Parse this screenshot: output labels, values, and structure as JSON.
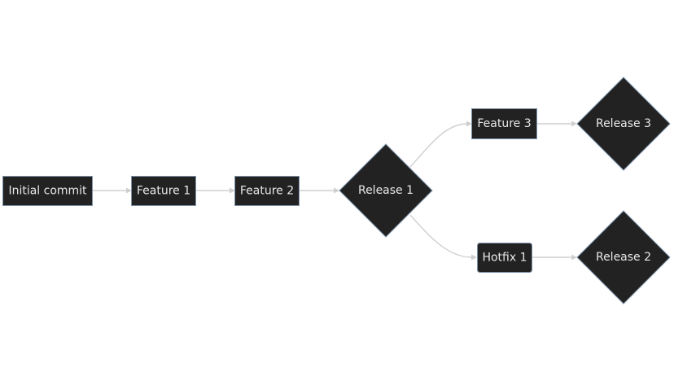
{
  "diagram": {
    "type": "flowchart",
    "nodes": [
      {
        "id": "initial",
        "label": "Initial commit",
        "shape": "rect"
      },
      {
        "id": "feature1",
        "label": "Feature 1",
        "shape": "rect"
      },
      {
        "id": "feature2",
        "label": "Feature 2",
        "shape": "rect"
      },
      {
        "id": "release1",
        "label": "Release 1",
        "shape": "diamond"
      },
      {
        "id": "feature3",
        "label": "Feature 3",
        "shape": "rect"
      },
      {
        "id": "release3",
        "label": "Release 3",
        "shape": "diamond"
      },
      {
        "id": "hotfix1",
        "label": "Hotfix 1",
        "shape": "rounded-rect"
      },
      {
        "id": "release2",
        "label": "Release 2",
        "shape": "diamond"
      }
    ],
    "edges": [
      {
        "from": "initial",
        "to": "feature1"
      },
      {
        "from": "feature1",
        "to": "feature2"
      },
      {
        "from": "feature2",
        "to": "release1"
      },
      {
        "from": "release1",
        "to": "feature3"
      },
      {
        "from": "feature3",
        "to": "release3"
      },
      {
        "from": "release1",
        "to": "hotfix1"
      },
      {
        "from": "hotfix1",
        "to": "release2"
      }
    ],
    "colors": {
      "node_fill": "#222222",
      "node_border": "#7f93a8",
      "node_text": "#e8e8e8",
      "edge": "#cfcfcf",
      "background": "#ffffff"
    }
  }
}
